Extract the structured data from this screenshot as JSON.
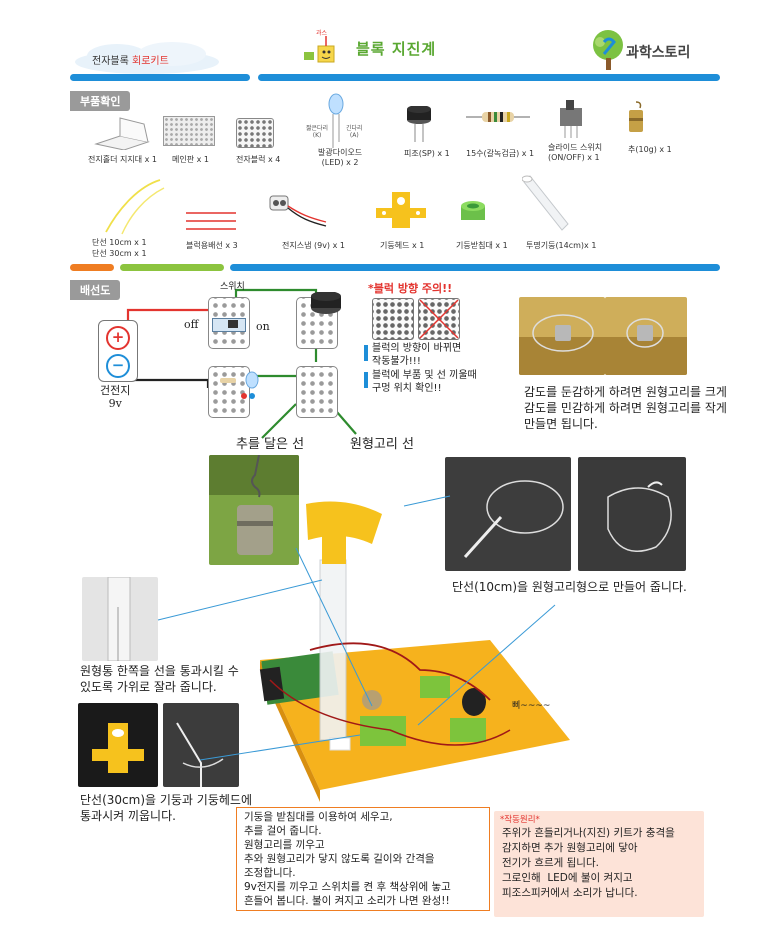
{
  "header": {
    "left_cloud": {
      "line1": "전자블록",
      "line2": "회로키트"
    },
    "title": "블록 지진계",
    "brand": "과학스토리",
    "logo_mark_label": "과스"
  },
  "sections": {
    "parts": "부품확인",
    "wiring": "배선도"
  },
  "parts": [
    {
      "label": "전지홀더 지지대 x 1"
    },
    {
      "label": "메인판 x 1"
    },
    {
      "label": "전자블럭 x 4"
    },
    {
      "label": "발광다이오드\n(LED) x 2",
      "tags": [
        "짧은다리\n(K)",
        "긴다리\n(A)"
      ]
    },
    {
      "label": "피조(SP) x 1"
    },
    {
      "label": "15수(갈녹검금) x 1"
    },
    {
      "label": "슬라이드 스위치\n(ON/OFF) x 1"
    },
    {
      "label": "추(10g) x 1"
    },
    {
      "label": "단선 10cm x 1\n단선 30cm x 1"
    },
    {
      "label": "블럭용배선 x 3"
    },
    {
      "label": "전지스냅 (9v) x 1"
    },
    {
      "label": "기둥헤드 x 1"
    },
    {
      "label": "기둥받침대 x 1"
    },
    {
      "label": "투명기둥(14cm)x 1"
    }
  ],
  "wiring": {
    "switch_label": "스위치",
    "off_label": "off",
    "on_label": "on",
    "battery_plus": "+",
    "battery_minus": "−",
    "battery_label": "건전지\n9v",
    "warning_title": "*블럭 방향 주의!!",
    "warning_notes": [
      "블럭의 방향이 바뀌면\n작동불가!!!",
      "블럭에 부품 및 선 끼울때\n구멍 위치 확인!!"
    ],
    "sensitivity_note": "감도를 둔감하게 하려면 원형고리를 크게\n감도를 민감하게 하려면 원형고리를 작게\n만들면 됩니다.",
    "weight_wire_label": "추를 달은 선",
    "ring_wire_label": "원형고리 선"
  },
  "instructions": {
    "ring_step": "단선(10cm)을 원형고리형으로 만들어 줍니다.",
    "cut_step": "원형통 한쪽을 선을 통과시킬 수\n있도록 가위로 잘라 줍니다.",
    "head_step": "단선(30cm)을 기둥과 기둥헤드에\n통과시켜 끼웁니다.",
    "sound": "삐~~~~",
    "assembly": "기둥을 받침대를 이용하여 세우고,\n추를 걸어 줍니다.\n원형고리를 끼우고\n추와 원형고리가 닿지 않도록 길이와 간격을\n조정합니다.\n9v전지를 끼우고 스위치를 켠 후 책상위에 놓고\n흔들어 봅니다. 불이 켜지고 소리가 나면 완성!!",
    "principle_title": "*작동원리*",
    "principle": "주위가 흔들리거나(지진) 키트가 충격을\n감지하면 추가 원형고리에 닿아\n전기가 흐르게 됩니다.\n그로인해  LED에 불이 켜지고\n피조스피커에서 소리가 납니다."
  },
  "colors": {
    "blue": "#1e8ed8",
    "orange": "#ef7d22",
    "green": "#8cc43f",
    "red": "#e3342f",
    "yellow": "#f6b21d"
  }
}
